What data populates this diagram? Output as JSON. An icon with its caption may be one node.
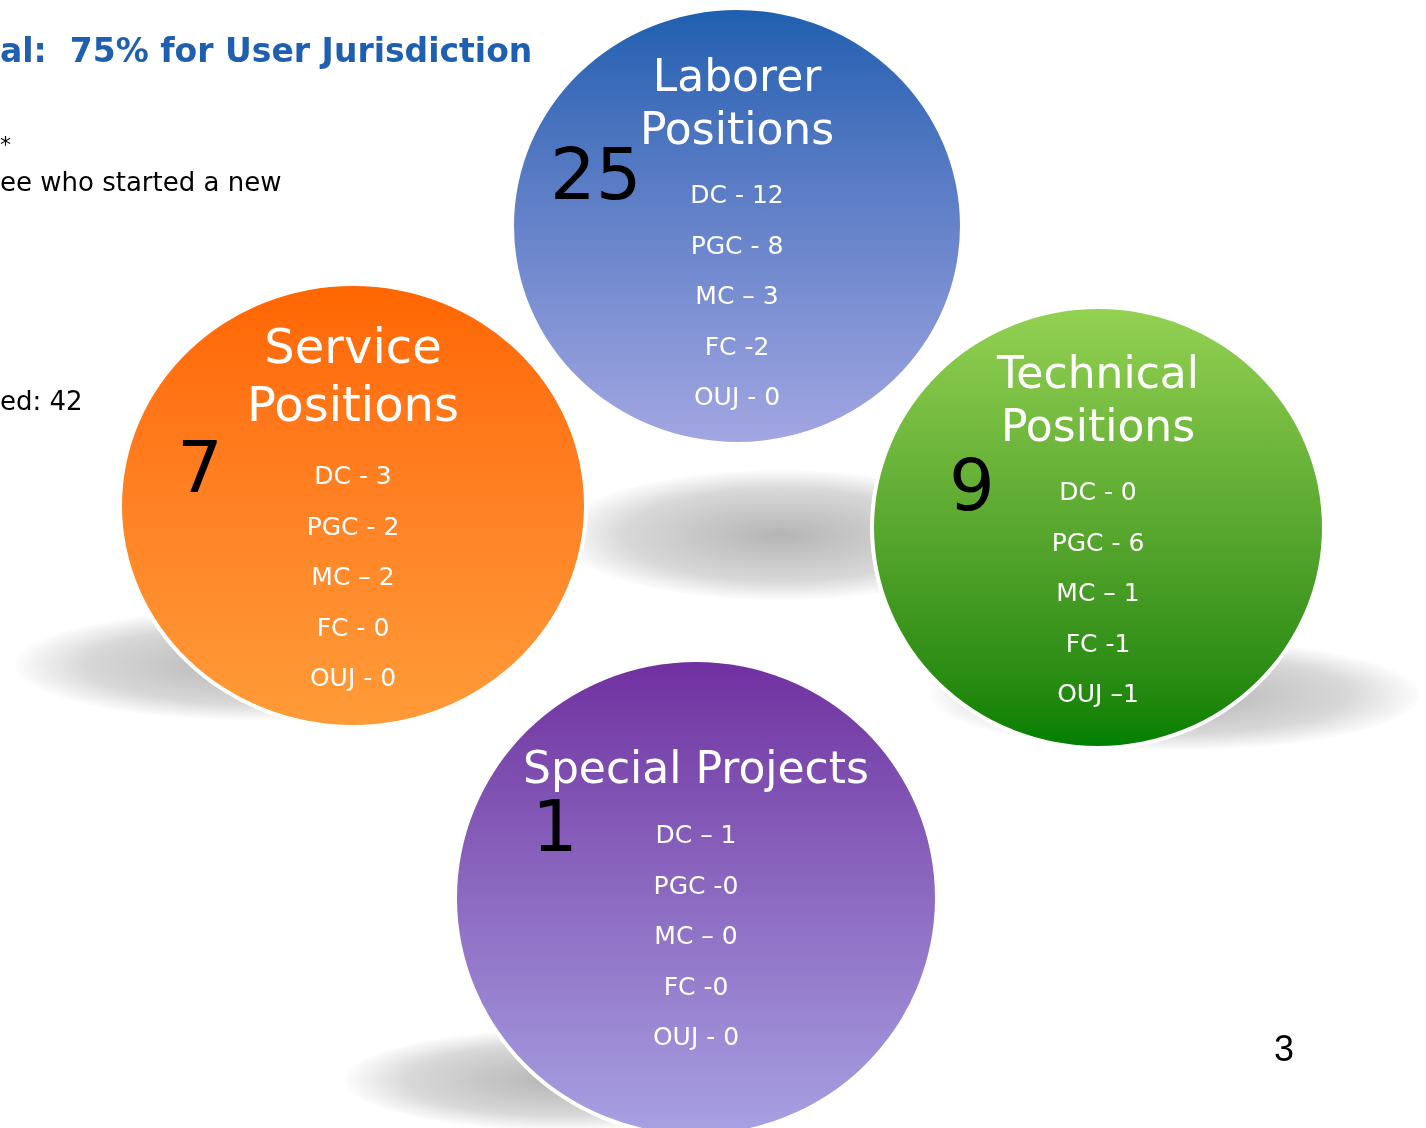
{
  "diagram": {
    "title": "al:  75% for User Jurisdiction",
    "nodes": [
      {
        "text": [
          "Laborer Positions",
          "25",
          "DC - 12",
          "PGC - 8",
          "MC – 3",
          "FC -2",
          "OUJ - 0"
        ]
      },
      {
        "text": [
          "Service Positions",
          "7",
          "DC - 3",
          "PGC - 2",
          "MC – 2",
          "FC - 0",
          "OUJ - 0"
        ]
      },
      {
        "text": [
          "Technical Positions",
          "9",
          "DC - 0",
          "PGC - 6",
          "MC – 1",
          "FC -1",
          "OUJ –1"
        ]
      },
      {
        "text": [
          "Special Projects",
          "1",
          "DC – 1",
          "PGC -0",
          "MC – 0",
          "FC -0",
          "OUJ - 0"
        ]
      }
    ],
    "labels": [
      "*",
      "ee who started a new",
      "ed: 42",
      "3"
    ]
  }
}
